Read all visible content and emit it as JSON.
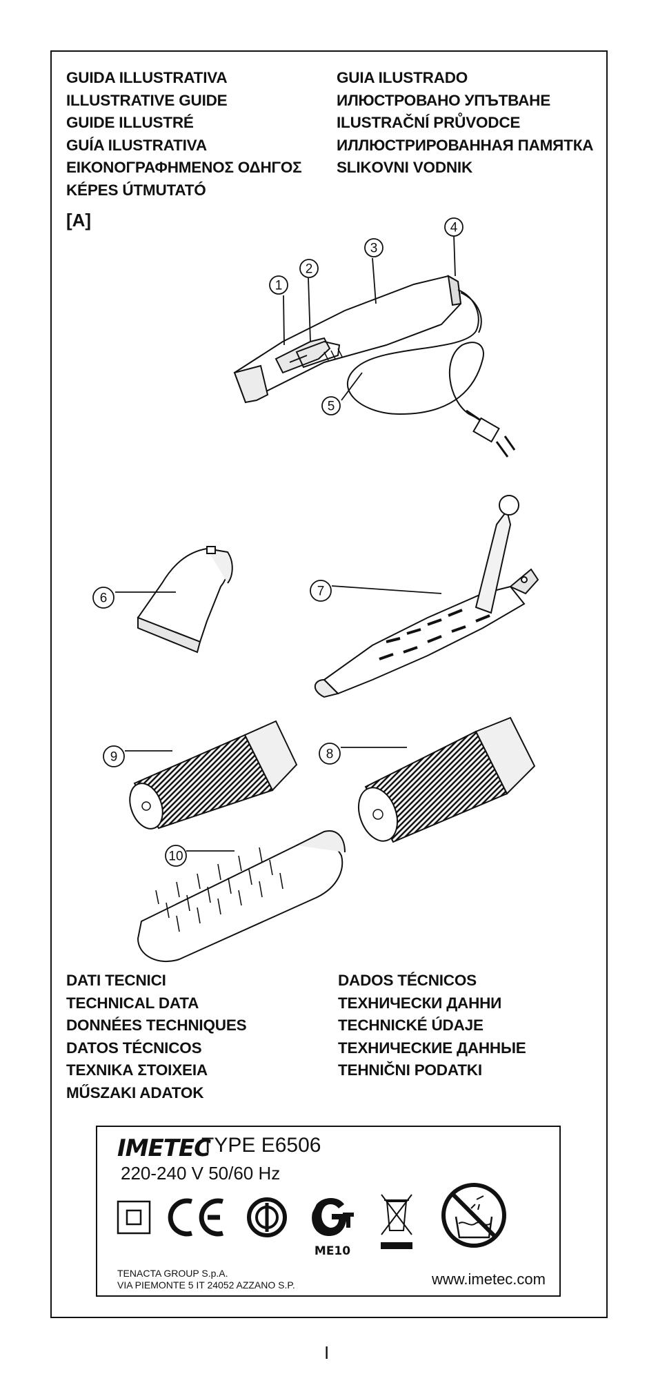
{
  "guide_headings": {
    "left": [
      "GUIDA ILLUSTRATIVA",
      "ILLUSTRATIVE GUIDE",
      "GUIDE ILLUSTRÉ",
      "GUÍA ILUSTRATIVA",
      "ΕΙΚΟΝΟΓΡΑΦΗΜΕΝΟΣ ΟΔΗΓΟΣ",
      "KÉPES ÚTMUTATÓ"
    ],
    "right": [
      "GUIA ILUSTRADO",
      "ИЛЮСТРОВАНО УПЪТВАНЕ",
      "ILUSTRAČNÍ PRŮVODCE",
      "ИЛЛЮСТРИРОВАННАЯ ПАМЯТКА",
      "SLIKOVNI VODNIK"
    ]
  },
  "section_label": "[A]",
  "callouts": [
    "1",
    "2",
    "3",
    "4",
    "5",
    "6",
    "7",
    "8",
    "9",
    "10"
  ],
  "tech_headings": {
    "left": [
      "DATI TECNICI",
      "TECHNICAL DATA",
      "DONNÉES TECHNIQUES",
      "DATOS TÉCNICOS",
      "ΤΕΧΝΙΚΑ ΣΤΟΙΧΕΙΑ",
      "MŰSZAKI ADATOK"
    ],
    "right": [
      "DADOS TÉCNICOS",
      "ТЕХНИЧЕСКИ ДАННИ",
      "TECHNICKÉ ÚDAJE",
      "ТЕХНИЧЕСКИЕ ДАННЫЕ",
      "TEHNIČNI PODATKI"
    ]
  },
  "spec_label": {
    "brand": "IMETEC",
    "type": "TYPE E6506",
    "voltage": "220-240 V  50/60 Hz",
    "cert_mark_text": "ME10",
    "company_line1": "TENACTA  GROUP S.p.A.",
    "company_line2": "VIA PIEMONTE 5 IT  24052 AZZANO S.P.",
    "website": "www.imetec.com",
    "symbols": [
      "double-insulation-icon",
      "ce-mark-icon",
      "imq-mark-icon",
      "pct-mark-icon",
      "weee-bin-icon",
      "no-water-icon"
    ]
  },
  "page_number": "I"
}
